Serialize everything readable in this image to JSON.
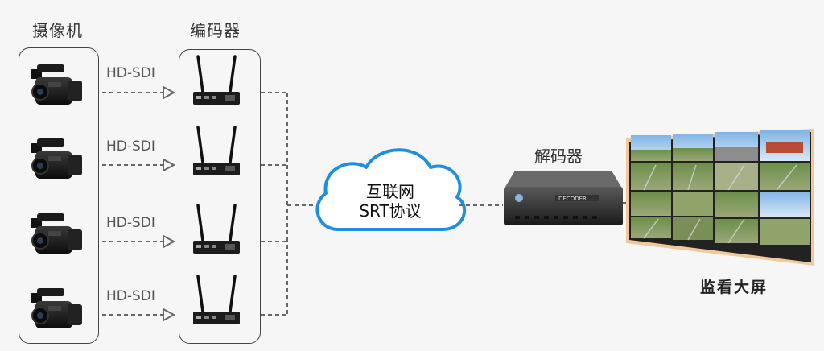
{
  "titles": {
    "cameras": "摄像机",
    "encoders": "编码器",
    "decoder": "解码器",
    "screen": "监看大屏"
  },
  "links": [
    {
      "label": "HD-SDI"
    },
    {
      "label": "HD-SDI"
    },
    {
      "label": "HD-SDI"
    },
    {
      "label": "HD-SDI"
    }
  ],
  "cloud": {
    "line1": "互联网",
    "line2": "SRT协议"
  },
  "decoder_device": {
    "label": "DECODER"
  },
  "colors": {
    "cloud_stroke": "#1e8fe0",
    "line": "#666666",
    "frame": "#444444",
    "screen_frame": "#e8a060"
  },
  "icons": [
    "camera-icon",
    "encoder-icon",
    "cloud-icon",
    "decoder-icon",
    "video-wall-icon"
  ]
}
